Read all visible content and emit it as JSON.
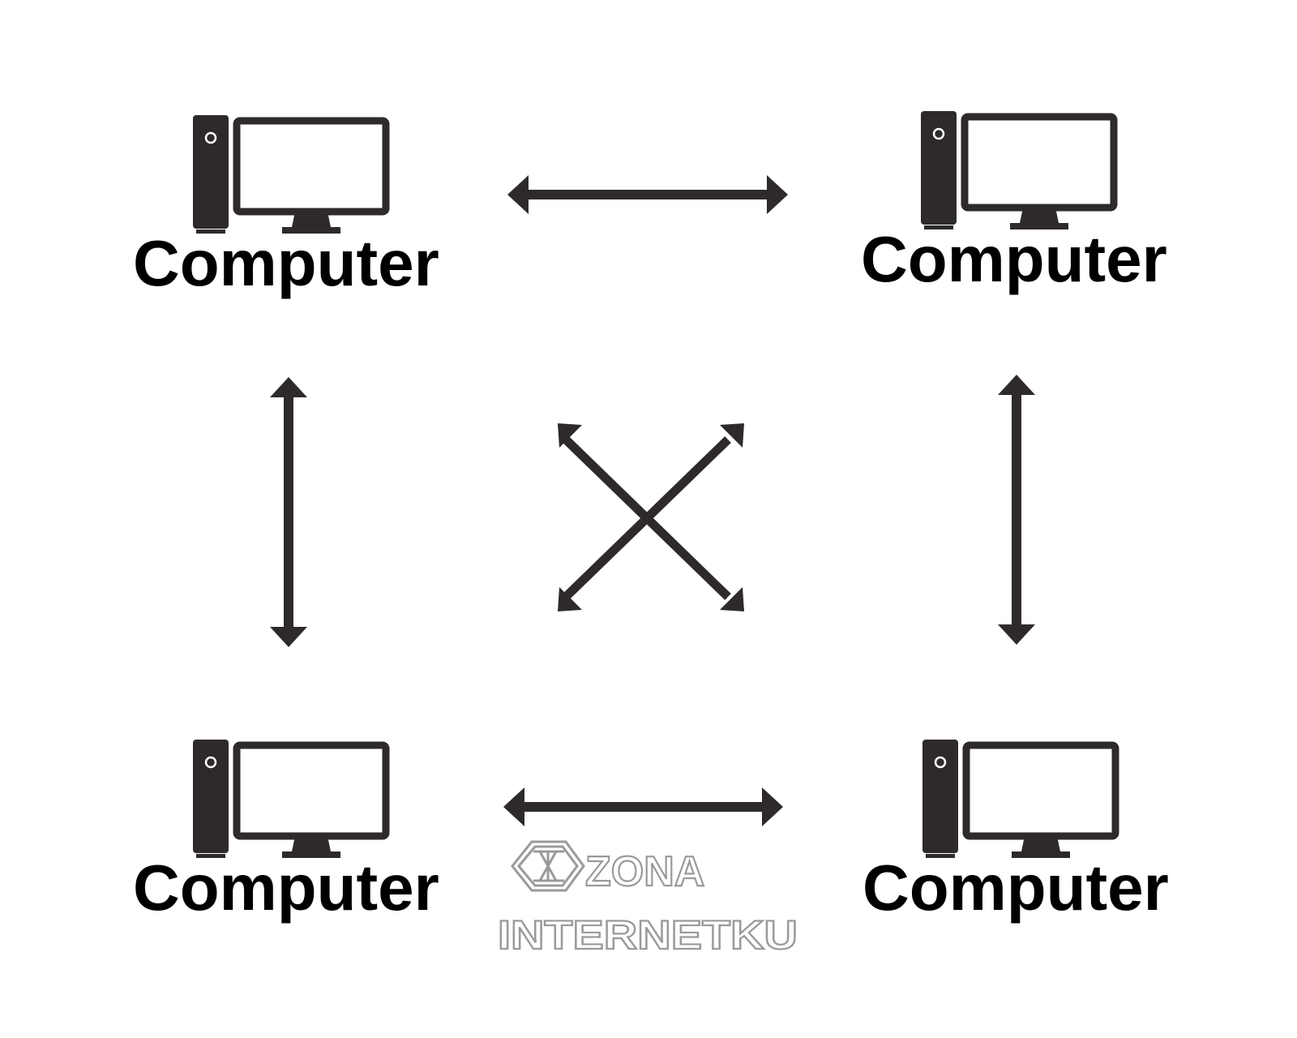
{
  "colors": {
    "background": "#ffffff",
    "ink": "#2e2a2b",
    "text": "#000000",
    "watermark": "#9a9a9a"
  },
  "nodes": [
    {
      "id": "top-left",
      "label": "Computer",
      "icon": "desktop-computer-icon"
    },
    {
      "id": "top-right",
      "label": "Computer",
      "icon": "desktop-computer-icon"
    },
    {
      "id": "bottom-left",
      "label": "Computer",
      "icon": "desktop-computer-icon"
    },
    {
      "id": "bottom-right",
      "label": "Computer",
      "icon": "desktop-computer-icon"
    }
  ],
  "edges": [
    {
      "from": "top-left",
      "to": "top-right",
      "direction": "both"
    },
    {
      "from": "bottom-left",
      "to": "bottom-right",
      "direction": "both"
    },
    {
      "from": "top-left",
      "to": "bottom-left",
      "direction": "both"
    },
    {
      "from": "top-right",
      "to": "bottom-right",
      "direction": "both"
    },
    {
      "from": "top-left",
      "to": "bottom-right",
      "direction": "both"
    },
    {
      "from": "top-right",
      "to": "bottom-left",
      "direction": "both"
    }
  ],
  "watermark": {
    "line1": "ZONA",
    "line2": "INTERNETKU"
  }
}
